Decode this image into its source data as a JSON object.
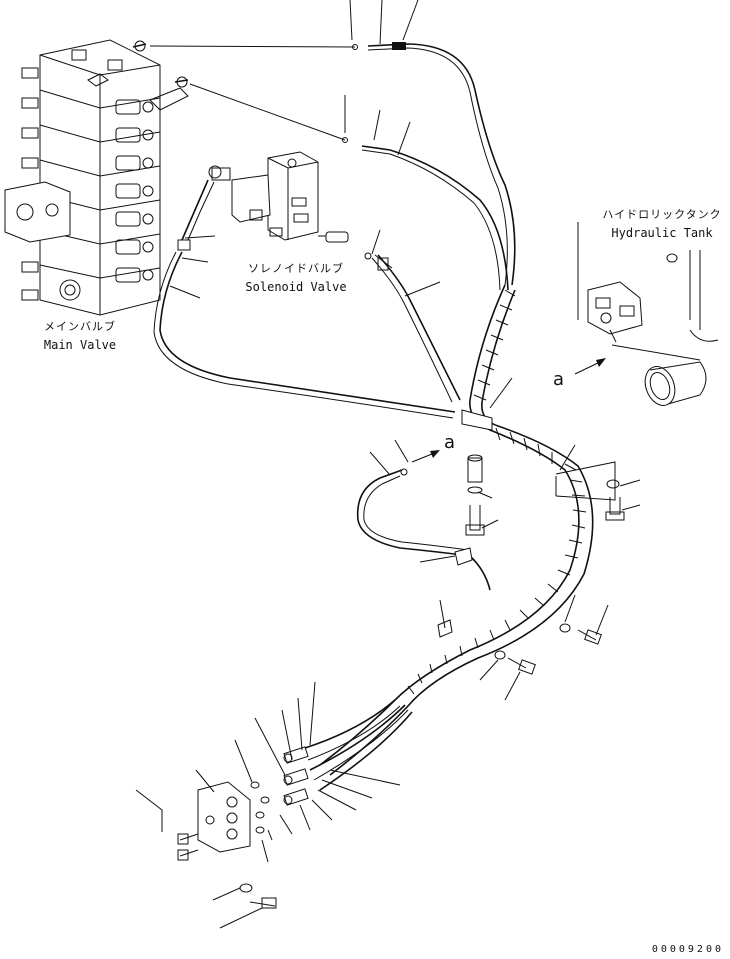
{
  "labels": {
    "main_valve_jp": "メインバルブ",
    "main_valve_en": "Main Valve",
    "solenoid_valve_jp": "ソレノイドバルブ",
    "solenoid_valve_en": "Solenoid Valve",
    "hydraulic_tank_jp": "ハイドロリックタンク",
    "hydraulic_tank_en": "Hydraulic Tank",
    "view_marker_a1": "a",
    "view_marker_a2": "a",
    "drawing_number": "00009200"
  },
  "icons": [
    "main-valve-drawing",
    "solenoid-valve-drawing",
    "hydraulic-tank-drawing",
    "hose-bundle-drawing",
    "bracket-drawing",
    "bolt-drawing"
  ]
}
